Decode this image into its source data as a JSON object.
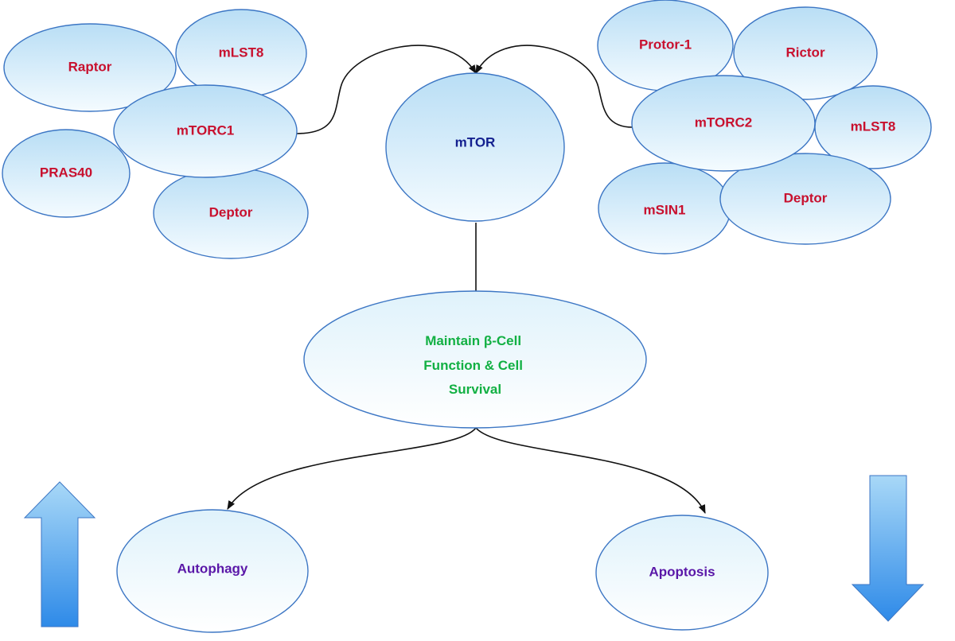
{
  "colors": {
    "complex_text": "#c8102e",
    "mtor_text": "#14208f",
    "outcome_text": "#12b043",
    "process_text": "#5a17a8",
    "node_stroke": "#3c76c4"
  },
  "mtorc1": {
    "label": "mTORC1",
    "components": {
      "raptor": "Raptor",
      "mlst8": "mLST8",
      "pras40": "PRAS40",
      "deptor": "Deptor"
    }
  },
  "mtor": {
    "label": "mTOR"
  },
  "mtorc2": {
    "label": "mTORC2",
    "components": {
      "protor1": "Protor-1",
      "rictor": "Rictor",
      "mlst8": "mLST8",
      "msin1": "mSIN1",
      "deptor": "Deptor"
    }
  },
  "outcome": {
    "lines": [
      "Maintain β-Cell",
      "Function & Cell",
      "Survival"
    ]
  },
  "processes": {
    "autophagy": {
      "label": "Autophagy",
      "trend": "up-arrow-icon"
    },
    "apoptosis": {
      "label": "Apoptosis",
      "trend": "down-arrow-icon"
    }
  }
}
